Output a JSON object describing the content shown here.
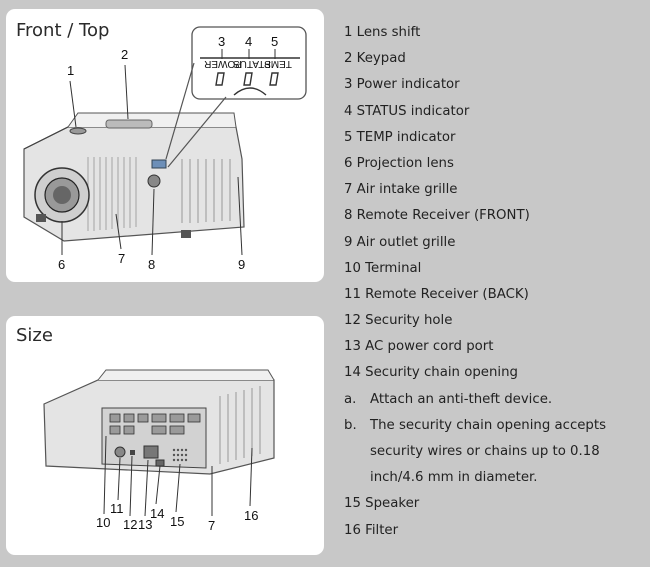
{
  "front_panel": {
    "title": "Front / Top",
    "callouts": [
      "1",
      "2",
      "3",
      "4",
      "5",
      "6",
      "7",
      "8",
      "9"
    ],
    "indicator_labels": [
      "TEMP",
      "STATUS",
      "POWER"
    ]
  },
  "size_panel": {
    "title": "Size",
    "callouts": [
      "10",
      "11",
      "12",
      "13",
      "14",
      "15",
      "7",
      "16"
    ]
  },
  "legend": [
    {
      "text": "1 Lens shift"
    },
    {
      "text": "2 Keypad"
    },
    {
      "text": "3 Power indicator"
    },
    {
      "text": "4 STATUS indicator"
    },
    {
      "text": "5 TEMP indicator"
    },
    {
      "text": "6 Projection lens"
    },
    {
      "text": "7 Air intake grille"
    },
    {
      "text": "8 Remote Receiver (FRONT)"
    },
    {
      "text": "9 Air outlet grille"
    },
    {
      "text": "10 Terminal"
    },
    {
      "text": "11 Remote Receiver (BACK)"
    },
    {
      "text": "12 Security hole"
    },
    {
      "text": "13 AC power cord port"
    },
    {
      "text": "14 Security chain opening"
    }
  ],
  "notes": [
    {
      "key": "a.",
      "text": "Attach an anti-theft device."
    },
    {
      "key": "b.",
      "text": "The security chain opening accepts security wires or chains up to 0.18 inch/4.6 mm in diameter."
    }
  ],
  "legend_tail": [
    {
      "text": "15 Speaker"
    },
    {
      "text": "16 Filter"
    }
  ]
}
